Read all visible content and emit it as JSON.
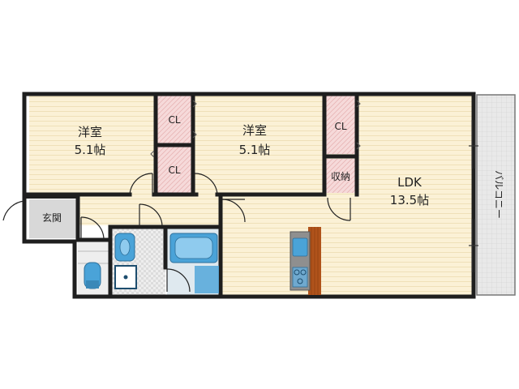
{
  "rooms": {
    "western_room_1": {
      "name": "洋室",
      "size": "5.1帖"
    },
    "western_room_2": {
      "name": "洋室",
      "size": "5.1帖"
    },
    "ldk": {
      "name": "LDK",
      "size": "13.5帖"
    },
    "entrance": {
      "name": "玄関"
    },
    "storage": {
      "name": "収納"
    },
    "balcony": {
      "name": "バルコニー"
    }
  },
  "closets": {
    "cl_top_left": "CL",
    "cl_small": "CL",
    "cl_right": "CL"
  },
  "colors": {
    "floor_wood": "#fbf1d6",
    "wood_lines": "#efe0b8",
    "closet_pink": "#f6dada",
    "entrance_gray": "#d8d8d8",
    "wet_area_gray": "#e6e6e6",
    "wall": "#1e1e1e",
    "fixture_blue": "#4aa3d8",
    "counter_brown": "#b0531b",
    "balcony_gray": "#e3e3e3"
  }
}
